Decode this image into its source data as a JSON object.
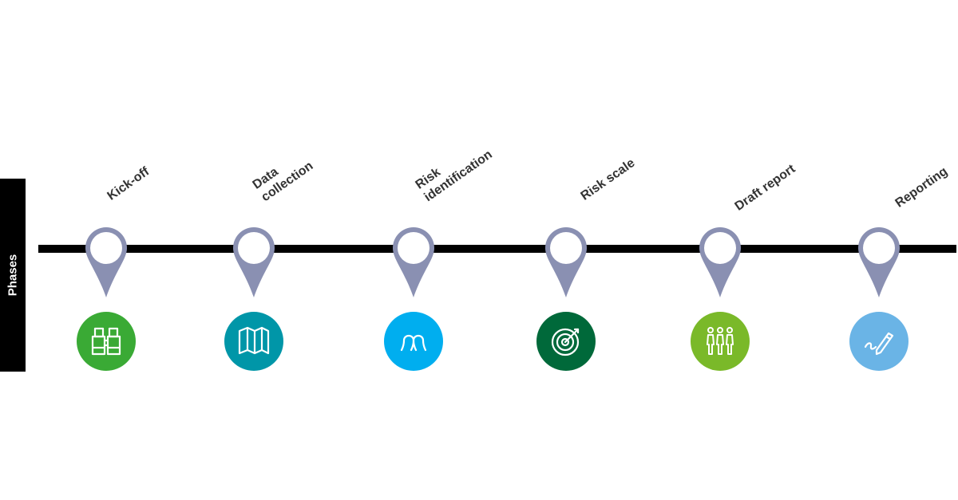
{
  "side_label": "Phases",
  "colors": {
    "line": "#000000",
    "pin": "#8a90b2",
    "pin_center": "#ffffff",
    "label": "#333333"
  },
  "phases": [
    {
      "label_lines": [
        "Kick-off"
      ],
      "icon": "binoculars-icon",
      "color": "#3aaa35"
    },
    {
      "label_lines": [
        "Data",
        "collection"
      ],
      "icon": "map-icon",
      "color": "#0096a8"
    },
    {
      "label_lines": [
        "Risk",
        "identification"
      ],
      "icon": "people-icon",
      "color": "#00aeef"
    },
    {
      "label_lines": [
        "Risk scale"
      ],
      "icon": "target-icon",
      "color": "#00693a"
    },
    {
      "label_lines": [
        "Draft report"
      ],
      "icon": "team-icon",
      "color": "#7ab929"
    },
    {
      "label_lines": [
        "Reporting"
      ],
      "icon": "pen-icon",
      "color": "#6ab4e6"
    }
  ]
}
